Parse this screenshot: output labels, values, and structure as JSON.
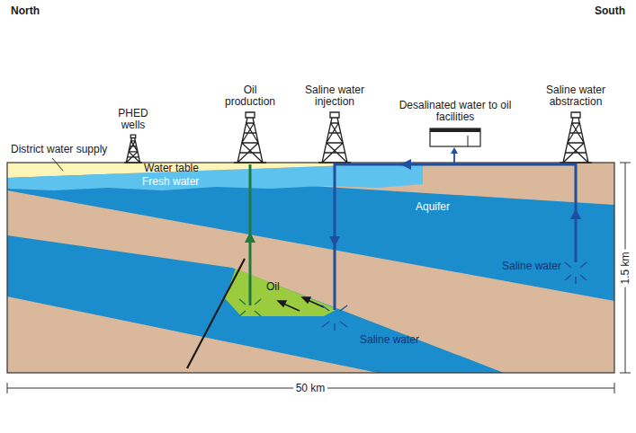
{
  "diagram": {
    "labels": [
      "North",
      "South",
      "PHED wells",
      "Oil production",
      "Saline water injection",
      "Desalinated water to oil facilities",
      "Saline water abstraction",
      "District water supply",
      "Water table",
      "Fresh water",
      "Aquifer",
      "Saline water",
      "Oil",
      "Saline water",
      "1.5 km",
      "50 km"
    ]
  }
}
